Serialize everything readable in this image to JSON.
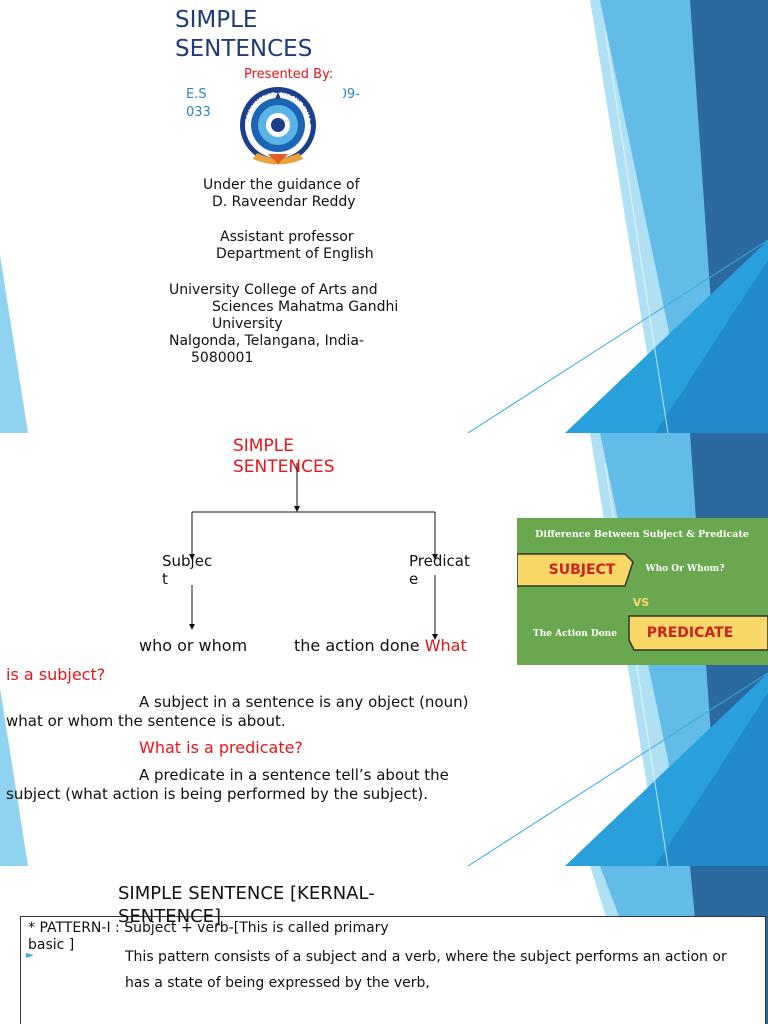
{
  "slide1": {
    "title_line1": "SIMPLE",
    "title_line2": "SENTENCES",
    "presented_by": "Presented By:",
    "author_line1_a": "E.S",
    "author_line1_b": "09-",
    "author_line2": "033",
    "logo_text": "MAHATMA GANDHI UNIVERSITY",
    "guidance_line1": "Under the guidance of",
    "guidance_line2": "D. Raveendar Reddy",
    "designation_line1": "Assistant professor",
    "designation_line2": "Department of English",
    "college_line1": "University College of Arts and",
    "college_line2": "Sciences Mahatma Gandhi",
    "college_line3": "University",
    "address_line1": "Nalgonda, Telangana, India-",
    "address_line2": "5080001"
  },
  "slide2": {
    "title_line1": "SIMPLE",
    "title_line2": "SENTENCES",
    "subject_node_1": "Subjec",
    "subject_node_2": "t",
    "predicate_node_1": "Predicat",
    "predicate_node_2": "e",
    "who_or_whom": "who or whom",
    "action_done": "the action done",
    "q1_part1": "What",
    "q1_part2": "is a subject?",
    "answer1_line1": "A subject in a sentence is any object (noun)",
    "answer1_line2": "what or whom the sentence is about.",
    "q2": "What is a predicate?",
    "answer2_line1": "A predicate in a sentence tell’s about the",
    "answer2_line2": "subject (what action is being performed by the subject).",
    "image": {
      "heading": "Difference Between Subject & Predicate",
      "subject_label": "SUBJECT",
      "subject_question": "Who Or Whom?",
      "vs": "VS",
      "action_label": "The Action Done",
      "predicate_label": "PREDICATE"
    }
  },
  "slide3": {
    "title_line1": "SIMPLE SENTENCE [KERNAL-",
    "title_line2": "SENTENCE]",
    "pattern_line1": "* PATTERN-I : Subject + verb-[This is called primary",
    "pattern_line2": "basic ]",
    "description": "This pattern consists of a subject and a verb, where the subject performs an action or has a state of being expressed by the verb,"
  },
  "colors": {
    "title_blue": "#1f3a78",
    "accent_red": "#e8141b",
    "author_blue": "#2e86c8",
    "deco_light": "#8fd3f0",
    "deco_mid": "#3aa8e0",
    "deco_dark": "#2a6aa0",
    "image_green": "#6aa84f",
    "label_yellow": "#f7d867"
  }
}
